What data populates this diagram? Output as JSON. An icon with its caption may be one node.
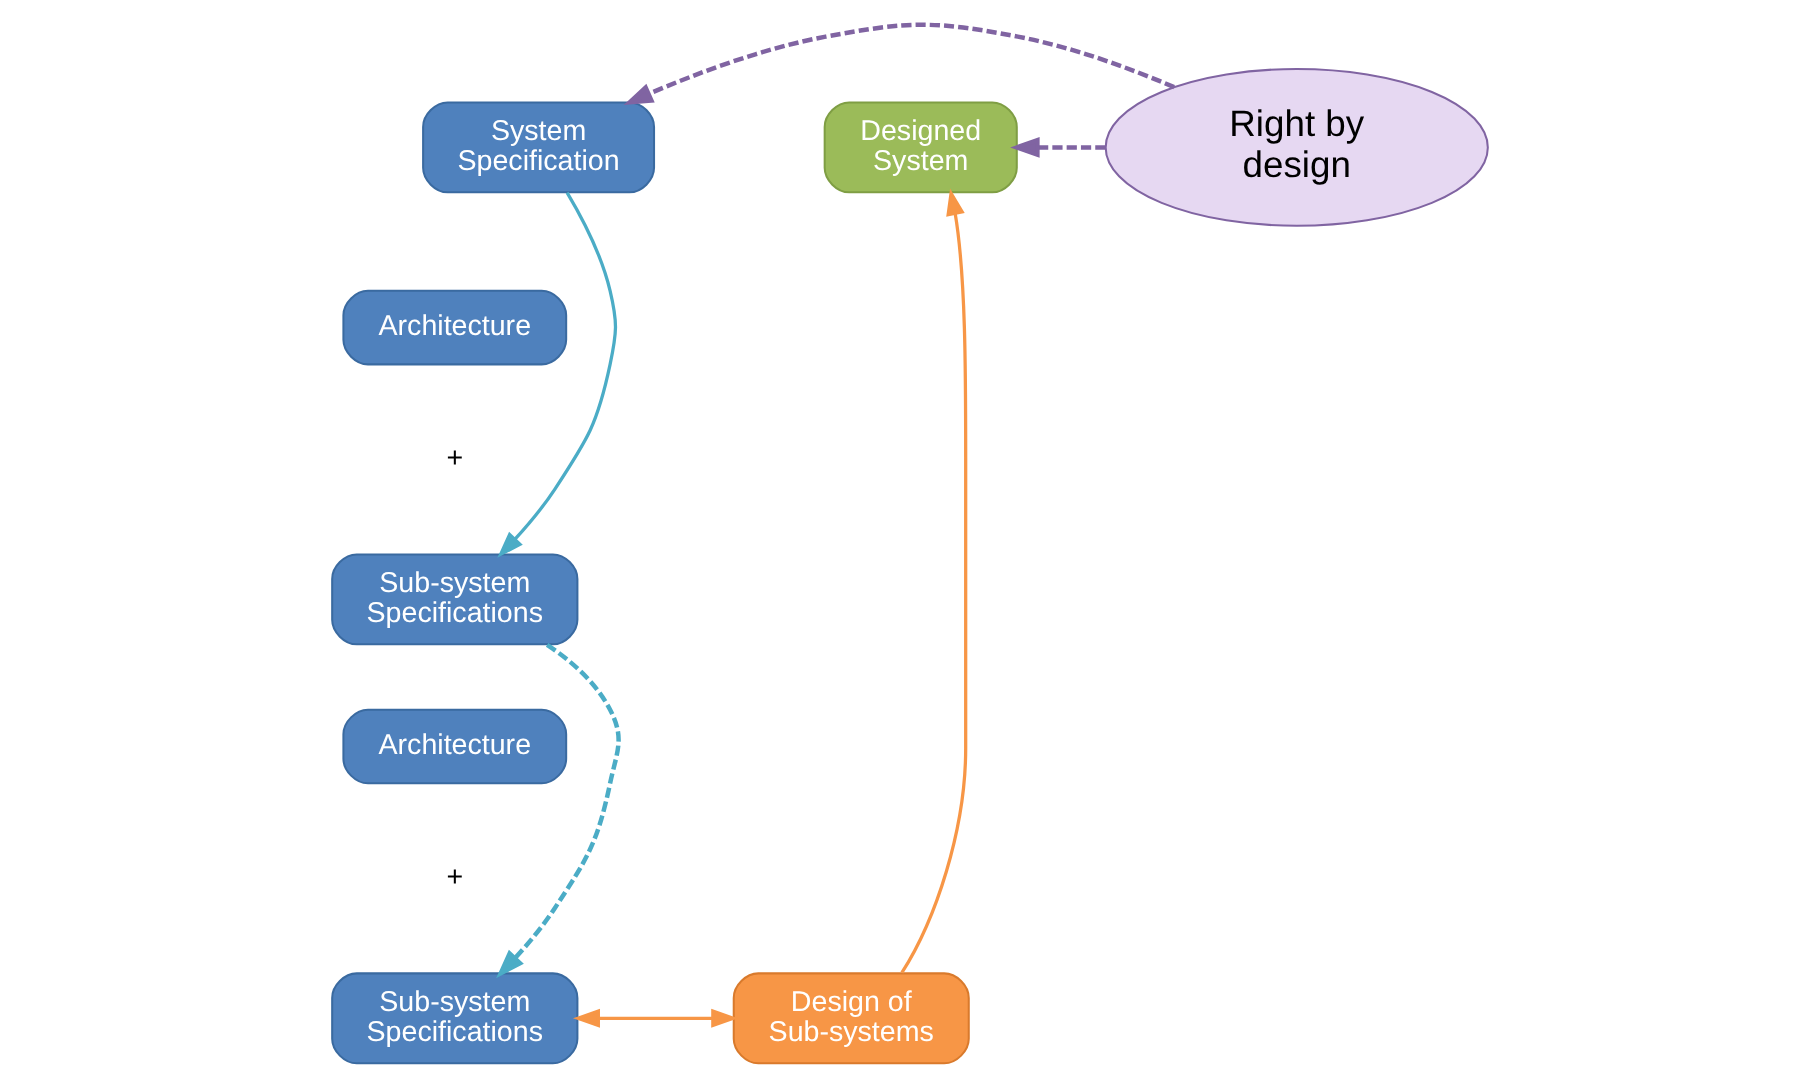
{
  "diagram": {
    "nodes": [
      {
        "text": [
          "System Specification"
        ]
      },
      {
        "text": [
          "Right by design"
        ]
      },
      {
        "text": [
          "Designed System"
        ]
      },
      {
        "text": [
          "Architecture"
        ]
      },
      {
        "text": [
          "Sub-system Specifications"
        ]
      },
      {
        "text": [
          "Architecture"
        ]
      },
      {
        "text": [
          "Sub-system Specifications"
        ]
      },
      {
        "text": [
          "Design of Sub-systems"
        ]
      }
    ],
    "edges": [
      {
        "from": 1,
        "to": 0,
        "arrow": "to",
        "style": "dashed",
        "color": "#8064a2"
      },
      {
        "from": 1,
        "to": 2,
        "arrow": "to",
        "style": "dashed",
        "color": "#8064a2"
      },
      {
        "from": 0,
        "to": 4,
        "arrow": "to",
        "color": "#4bacc6"
      },
      {
        "from": 4,
        "to": 6,
        "arrow": "to",
        "style": "dashed",
        "color": "#4bacc6"
      },
      {
        "from": 6,
        "to": 7,
        "arrow": "both",
        "color": "#f79646"
      },
      {
        "from": 7,
        "to": 2,
        "arrow": "to",
        "color": "#f79646"
      }
    ],
    "labels": [
      "+",
      "+"
    ]
  }
}
